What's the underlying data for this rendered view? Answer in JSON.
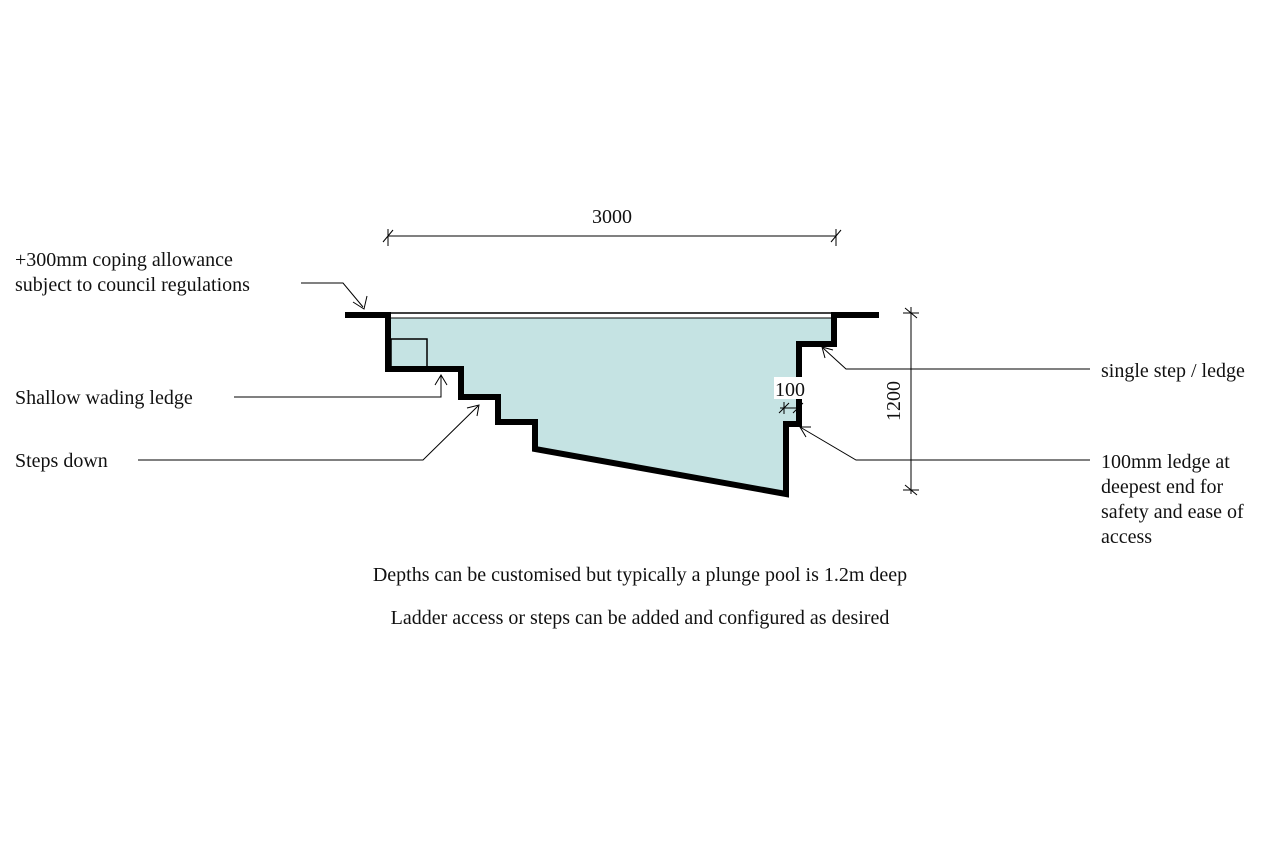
{
  "dimensions": {
    "width": "3000",
    "depth": "1200",
    "ledge": "100"
  },
  "annotations": {
    "coping_line1": "+300mm coping allowance",
    "coping_line2": "subject to council regulations",
    "shallow_ledge": "Shallow wading ledge",
    "steps_down": "Steps down",
    "single_step": "single step / ledge",
    "deep_ledge_line1": "100mm ledge at",
    "deep_ledge_line2": "deepest end for",
    "deep_ledge_line3": "safety and ease of",
    "deep_ledge_line4": "access"
  },
  "notes": {
    "depths": "Depths can be customised but typically a plunge pool is 1.2m deep",
    "ladder": "Ladder access or steps can be added and configured as desired"
  },
  "colors": {
    "water": "#c5e3e3",
    "wall": "#000000"
  }
}
